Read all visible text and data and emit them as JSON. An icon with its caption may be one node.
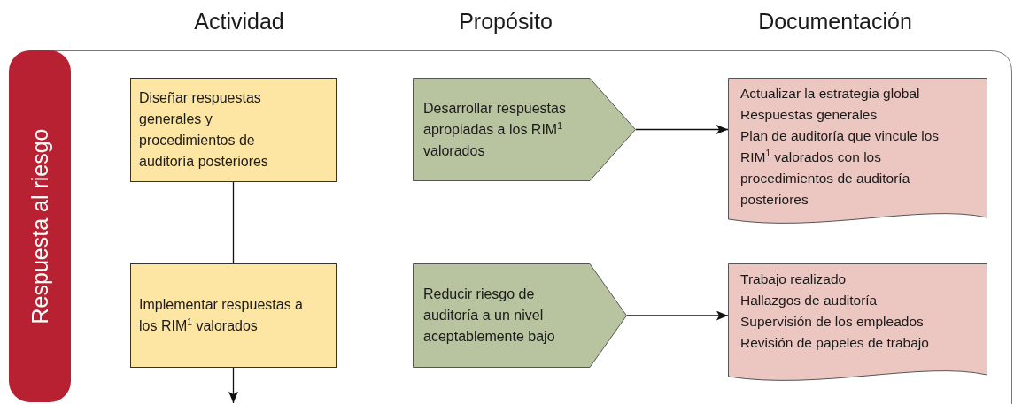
{
  "diagram": {
    "nodes": [
      {
        "text": [],
        "shape": "box"
      },
      {
        "text": [
          "Respuesta al riesgo"
        ],
        "in": 0
      },
      {
        "text": [
          "Diseñar respuestas generales y procedimientos de auditoría posteriores"
        ],
        "in": 0
      },
      {
        "text": [
          "Desarrollar respuestas apropiadas a los RIM$^{1}$ valorados"
        ],
        "in": 0
      },
      {
        "text": [
          "Actualizar la estrategia global",
          "Respuestas generales",
          "Plan de auditoría que vincule los RIM$^{1}$ valorados con los procedimientos de auditoría posteriores"
        ],
        "in": 0
      },
      {
        "text": [
          "Implementar respuestas a los RIM$^{1}$ valorados"
        ],
        "in": 0
      },
      {
        "text": [
          "Reducir riesgo de auditoría a un nivel aceptablemente bajo"
        ],
        "in": 0
      },
      {
        "text": [
          "Trabajo realizado",
          "Hallazgos de auditoría",
          "Supervisión de los empleados",
          "Revisión de papeles de trabajo"
        ],
        "in": 0
      }
    ],
    "edges": [
      {
        "from": 2,
        "to": 5,
        "arrow": "none"
      },
      {
        "from": 5,
        "to": null,
        "arrow": "to"
      },
      {
        "from": 3,
        "to": 4,
        "arrow": "to"
      },
      {
        "from": 6,
        "to": 7,
        "arrow": "to"
      }
    ],
    "labels": [
      "Actividad",
      "Propósito",
      "Documentación"
    ]
  }
}
